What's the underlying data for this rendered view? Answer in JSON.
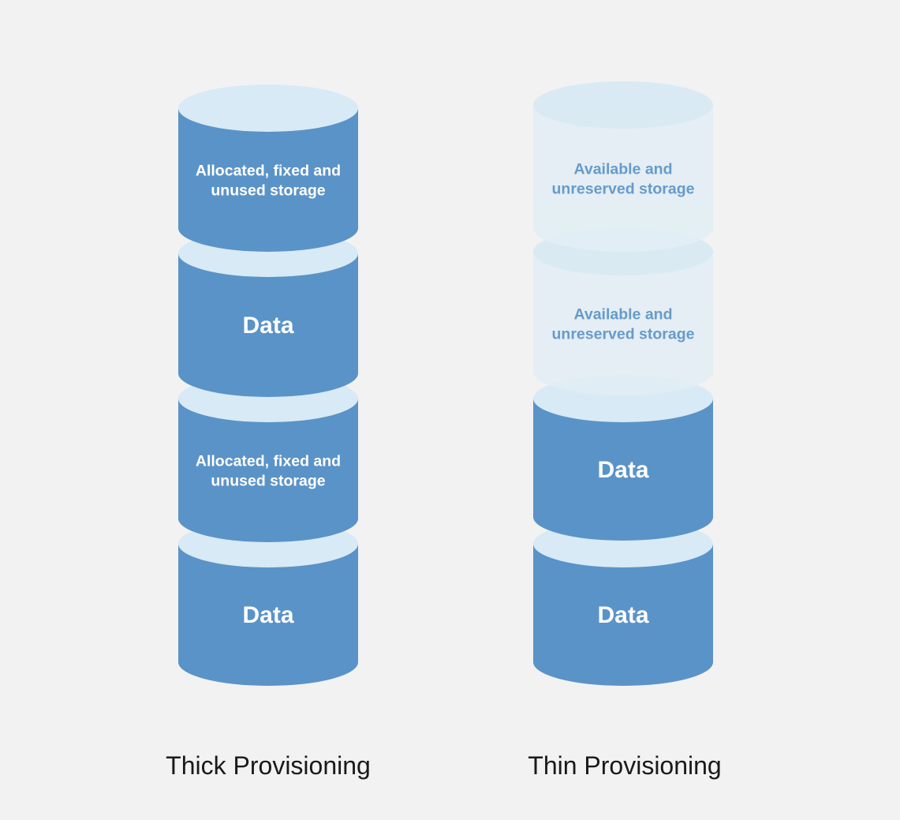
{
  "colors": {
    "background": "#f2f2f2",
    "filled_body": "#5a93c7",
    "filled_top": "#d8eaf5",
    "empty_body": "#e2eef5",
    "empty_top": "#d6e9f4",
    "filled_text": "#ffffff",
    "empty_text": "#4f8cc4"
  },
  "columns": [
    {
      "id": "thick",
      "title": "Thick Provisioning",
      "segments": [
        {
          "type": "filled",
          "lines": [
            "Allocated, fixed and",
            "unused storage"
          ],
          "size": "small"
        },
        {
          "type": "filled",
          "lines": [
            "Data"
          ],
          "size": "large"
        },
        {
          "type": "filled",
          "lines": [
            "Allocated, fixed and",
            "unused storage"
          ],
          "size": "small"
        },
        {
          "type": "filled",
          "lines": [
            "Data"
          ],
          "size": "large"
        }
      ]
    },
    {
      "id": "thin",
      "title": "Thin Provisioning",
      "segments": [
        {
          "type": "empty",
          "lines": [
            "Available and",
            "unreserved storage"
          ],
          "size": "small"
        },
        {
          "type": "empty",
          "lines": [
            "Available and",
            "unreserved storage"
          ],
          "size": "small"
        },
        {
          "type": "filled",
          "lines": [
            "Data"
          ],
          "size": "large"
        },
        {
          "type": "filled",
          "lines": [
            "Data"
          ],
          "size": "large"
        }
      ]
    }
  ]
}
